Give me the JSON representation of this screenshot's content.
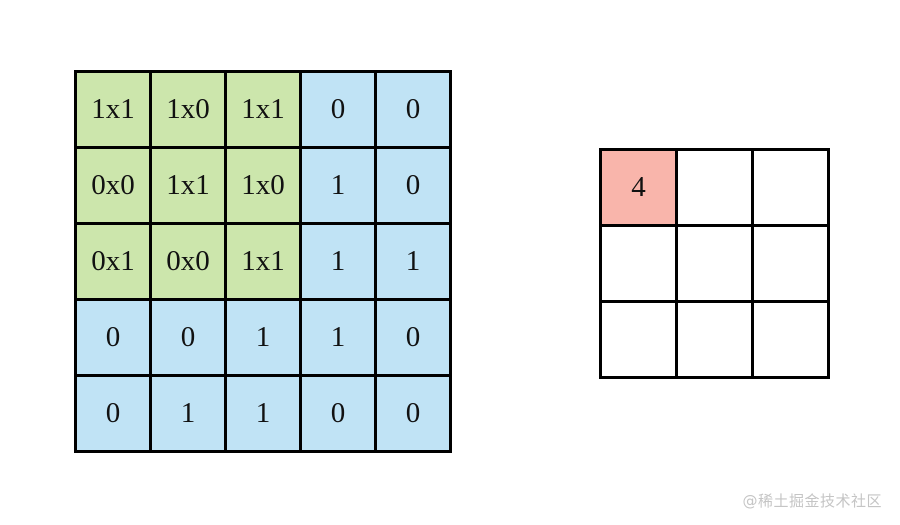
{
  "diagram": {
    "title": "convolution-operation",
    "colors": {
      "kernel_cell": "#cce6ac",
      "plain_cell": "#c0e3f5",
      "output_highlight": "#f9b5ab",
      "output_cell": "#ffffff",
      "border": "#000000",
      "text": "#111111",
      "watermark": "#c5c5c5",
      "background": "#ffffff"
    }
  },
  "input_matrix": {
    "rows": 5,
    "cols": 5,
    "kernel_rows": 3,
    "kernel_cols": 3,
    "cells": [
      [
        {
          "text": "1x1",
          "type": "kernel"
        },
        {
          "text": "1x0",
          "type": "kernel"
        },
        {
          "text": "1x1",
          "type": "kernel"
        },
        {
          "text": "0",
          "type": "plain"
        },
        {
          "text": "0",
          "type": "plain"
        }
      ],
      [
        {
          "text": "0x0",
          "type": "kernel"
        },
        {
          "text": "1x1",
          "type": "kernel"
        },
        {
          "text": "1x0",
          "type": "kernel"
        },
        {
          "text": "1",
          "type": "plain"
        },
        {
          "text": "0",
          "type": "plain"
        }
      ],
      [
        {
          "text": "0x1",
          "type": "kernel"
        },
        {
          "text": "0x0",
          "type": "kernel"
        },
        {
          "text": "1x1",
          "type": "kernel"
        },
        {
          "text": "1",
          "type": "plain"
        },
        {
          "text": "1",
          "type": "plain"
        }
      ],
      [
        {
          "text": "0",
          "type": "plain"
        },
        {
          "text": "0",
          "type": "plain"
        },
        {
          "text": "1",
          "type": "plain"
        },
        {
          "text": "1",
          "type": "plain"
        },
        {
          "text": "0",
          "type": "plain"
        }
      ],
      [
        {
          "text": "0",
          "type": "plain"
        },
        {
          "text": "1",
          "type": "plain"
        },
        {
          "text": "1",
          "type": "plain"
        },
        {
          "text": "0",
          "type": "plain"
        },
        {
          "text": "0",
          "type": "plain"
        }
      ]
    ]
  },
  "output_matrix": {
    "rows": 3,
    "cols": 3,
    "cells": [
      [
        {
          "text": "4",
          "type": "highlight"
        },
        {
          "text": "",
          "type": "empty"
        },
        {
          "text": "",
          "type": "empty"
        }
      ],
      [
        {
          "text": "",
          "type": "empty"
        },
        {
          "text": "",
          "type": "empty"
        },
        {
          "text": "",
          "type": "empty"
        }
      ],
      [
        {
          "text": "",
          "type": "empty"
        },
        {
          "text": "",
          "type": "empty"
        },
        {
          "text": "",
          "type": "empty"
        }
      ]
    ]
  },
  "watermark": {
    "text": "@稀土掘金技术社区"
  }
}
